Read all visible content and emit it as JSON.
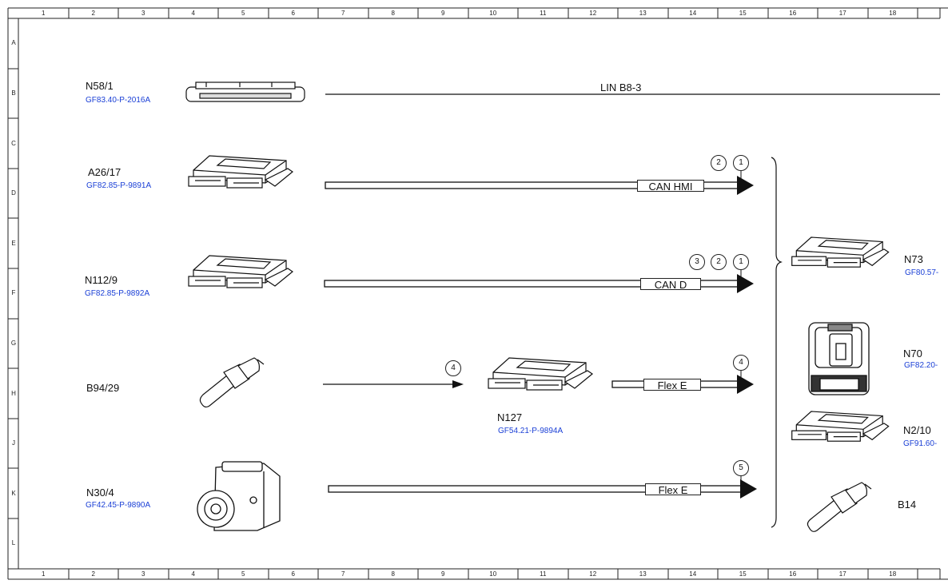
{
  "grid": {
    "columns": [
      "1",
      "2",
      "3",
      "4",
      "5",
      "6",
      "7",
      "8",
      "9",
      "10",
      "11",
      "12",
      "13",
      "14",
      "15",
      "16",
      "17",
      "18"
    ],
    "rows": [
      "A",
      "B",
      "C",
      "D",
      "E",
      "F",
      "G",
      "H",
      "J",
      "K",
      "L"
    ]
  },
  "left_components": [
    {
      "id": "N58/1",
      "ref": "GF83.40-P-2016A"
    },
    {
      "id": "A26/17",
      "ref": "GF82.85-P-9891A"
    },
    {
      "id": "N112/9",
      "ref": "GF82.85-P-9892A"
    },
    {
      "id": "B94/29",
      "ref": ""
    },
    {
      "id": "N30/4",
      "ref": "GF42.45-P-9890A"
    }
  ],
  "middle_component": {
    "id": "N127",
    "ref": "GF54.21-P-9894A"
  },
  "right_components": [
    {
      "id": "N73",
      "ref": "GF80.57-"
    },
    {
      "id": "N70",
      "ref": "GF82.20-"
    },
    {
      "id": "N2/10",
      "ref": "GF91.60-"
    },
    {
      "id": "B14",
      "ref": ""
    }
  ],
  "buses": {
    "lin": "LIN B8-3",
    "can_hmi": "CAN HMI",
    "can_d": "CAN D",
    "flex_e_1": "Flex E",
    "flex_e_2": "Flex E"
  },
  "markers": {
    "can_hmi": [
      "2",
      "1"
    ],
    "can_d": [
      "3",
      "2",
      "1"
    ],
    "b94_signal": "4",
    "flex_e_1": "4",
    "flex_e_2": "5"
  }
}
